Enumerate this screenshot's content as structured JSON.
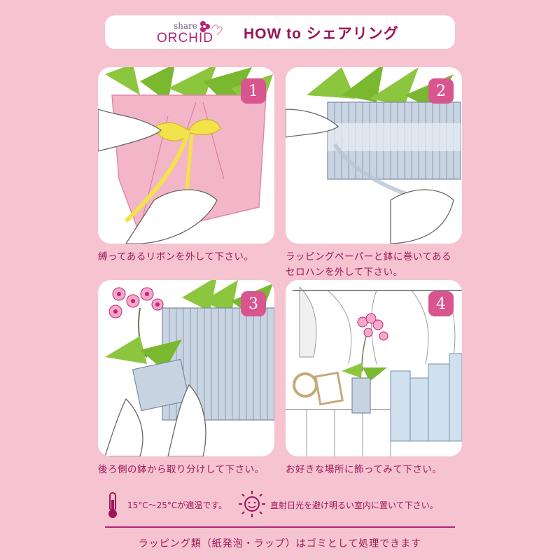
{
  "header": {
    "logo_top": "share",
    "logo_main": "ORCHID",
    "title": "HOW to シェアリング"
  },
  "steps": [
    {
      "number": "1",
      "caption": "縛ってあるリボンを外して下さい。"
    },
    {
      "number": "2",
      "caption_line1": "ラッピングペーパーと鉢に巻いてある",
      "caption_line2": "セロハンを外して下さい。"
    },
    {
      "number": "3",
      "caption": "後ろ側の鉢から取り分けして下さい。"
    },
    {
      "number": "4",
      "caption": "お好きな場所に飾ってみて下さい。"
    }
  ],
  "notes": {
    "temperature": "15°C〜25°Cが適温です。",
    "sunlight": "直射日光を避け明るい室内に置いて下さい。"
  },
  "icons": {
    "temperature": "thermometer-icon",
    "sunlight": "sun-icon"
  },
  "colors": {
    "background": "#f5c4d0",
    "accent": "#a0155a",
    "badge": "#d95590"
  },
  "footer": "ラッピング類（紙発泡・ラップ）はゴミとして処理できます"
}
